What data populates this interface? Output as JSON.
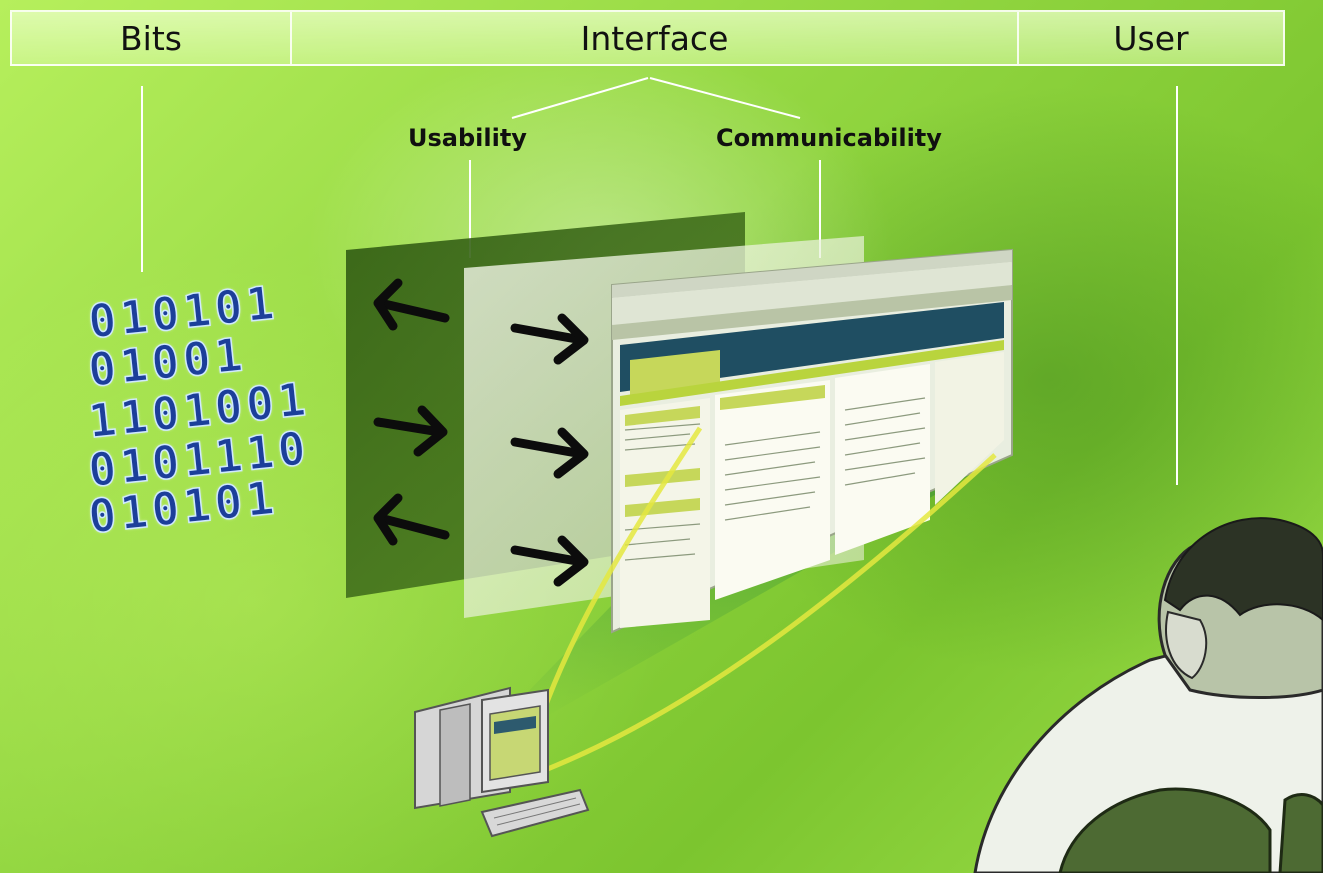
{
  "header": {
    "bits_label": "Bits",
    "interface_label": "Interface",
    "user_label": "User"
  },
  "interface_aspects": {
    "usability_label": "Usability",
    "communicability_label": "Communicability"
  },
  "binary": {
    "lines": [
      "010101",
      "01001",
      "1101001",
      "0101110",
      "010101"
    ]
  },
  "icons": {
    "computer": "desktop-computer-icon",
    "user": "user-figure-icon",
    "arrow_left": "arrow-left-icon",
    "arrow_right": "arrow-right-icon"
  },
  "colors": {
    "background": "#8fd43e",
    "binary_text": "#1c3f9a",
    "dark_layer": "#3f6a1c",
    "light_layer": "#e8f2d8",
    "connector": "#e4e840"
  }
}
